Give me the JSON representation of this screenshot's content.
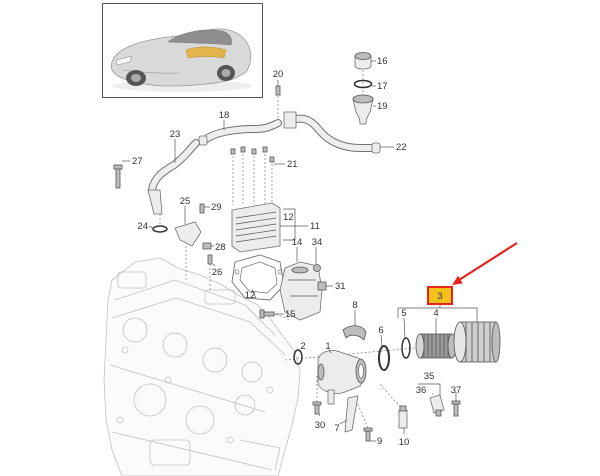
{
  "callouts": {
    "c1": "1",
    "c2": "2",
    "c3": "3",
    "c4": "4",
    "c5": "5",
    "c6": "6",
    "c7": "7",
    "c8": "8",
    "c9": "9",
    "c10": "10",
    "c11": "11",
    "c12a": "12",
    "c12b": "12",
    "c14": "14",
    "c15": "15",
    "c16": "16",
    "c17": "17",
    "c18": "18",
    "c19": "19",
    "c20": "20",
    "c21": "21",
    "c22": "22",
    "c23": "23",
    "c24": "24",
    "c25": "25",
    "c26": "26",
    "c27": "27",
    "c28": "28",
    "c29": "29",
    "c30": "30",
    "c31": "31",
    "c34": "34",
    "c35": "35",
    "c36": "36",
    "c37": "37"
  },
  "colors": {
    "highlight_fill": "#f3c21a",
    "highlight_border": "#e3241b",
    "arrow": "#e3241b",
    "thumbnail_highlight": "#e3b44c"
  },
  "icons": {
    "pointer": "red-arrow-icon",
    "thumbnail": "car-thumbnail"
  }
}
